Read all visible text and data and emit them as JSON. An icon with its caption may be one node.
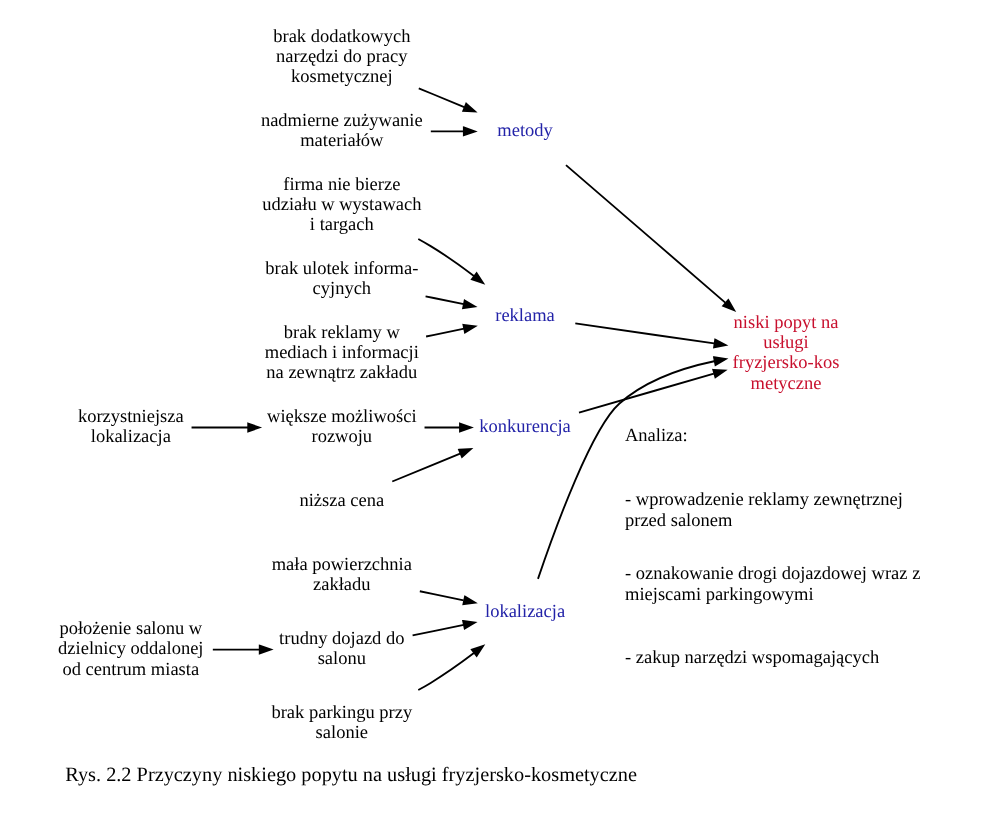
{
  "diagram": {
    "caption": "Rys. 2.2 Przyczyny niskiego popytu na usługi fryzjersko-kosmetyczne",
    "nodes": [
      {
        "text": [
          "metody"
        ]
      },
      {
        "text": [
          "reklama"
        ]
      },
      {
        "text": [
          "brak dodatkowych narzędzi do pracy kosmetycznej"
        ]
      },
      {
        "text": [
          "firma nie bierze udziału w wystawach i targach"
        ]
      },
      {
        "text": [
          "brak ulotek informa- cyjnych"
        ]
      },
      {
        "text": [
          "nadmierne zużywanie materiałów"
        ]
      },
      {
        "text": [
          "brak reklamy w mediach i informacji na zewnątrz zakładu"
        ]
      },
      {
        "text": [
          "niski popyt na usługi fryzjersko-kos metyczne"
        ]
      },
      {
        "text": [
          "korzystniejsza lokalizacja"
        ]
      },
      {
        "text": [
          "mała powierzchnia zakładu"
        ]
      },
      {
        "text": [
          "większe możliwości rozwoju"
        ]
      },
      {
        "text": [
          "trudny dojazd do salonu"
        ]
      },
      {
        "text": [
          "brak parkingu przy salonie"
        ]
      },
      {
        "text": [
          "niższa cena"
        ]
      },
      {
        "text": [
          "położenie salonu w dzielnicy oddalonej od centrum miasta"
        ]
      },
      {
        "text": [
          "konkurencja"
        ]
      },
      {
        "text": [
          "lokalizacja"
        ]
      }
    ],
    "edges": [
      {
        "from": 2,
        "to": 0,
        "arrow": "to"
      },
      {
        "from": 5,
        "to": 0,
        "arrow": "to"
      },
      {
        "from": 3,
        "to": 1,
        "arrow": "to"
      },
      {
        "from": 4,
        "to": 1,
        "arrow": "to"
      },
      {
        "from": 6,
        "to": 1,
        "arrow": "to"
      },
      {
        "from": 8,
        "to": 10,
        "arrow": "to"
      },
      {
        "from": 10,
        "to": 15,
        "arrow": "to"
      },
      {
        "from": 13,
        "to": 15,
        "arrow": "to"
      },
      {
        "from": 9,
        "to": 16,
        "arrow": "to"
      },
      {
        "from": 11,
        "to": 16,
        "arrow": "to"
      },
      {
        "from": 12,
        "to": 16,
        "arrow": "to"
      },
      {
        "from": 14,
        "to": 11,
        "arrow": "to"
      },
      {
        "from": 0,
        "to": 7,
        "arrow": "to"
      },
      {
        "from": 1,
        "to": 7,
        "arrow": "to"
      },
      {
        "from": 15,
        "to": 7,
        "arrow": "to"
      },
      {
        "from": 16,
        "to": 7,
        "arrow": "to"
      }
    ],
    "labels": [
      "Analiza:",
      "- wprowadzenie reklamy zewnętrznej przed salonem",
      "- oznakowanie drogi dojazdowej wraz z miejscami parkingowymi",
      "- zakup narzędzi wspomagających"
    ]
  }
}
